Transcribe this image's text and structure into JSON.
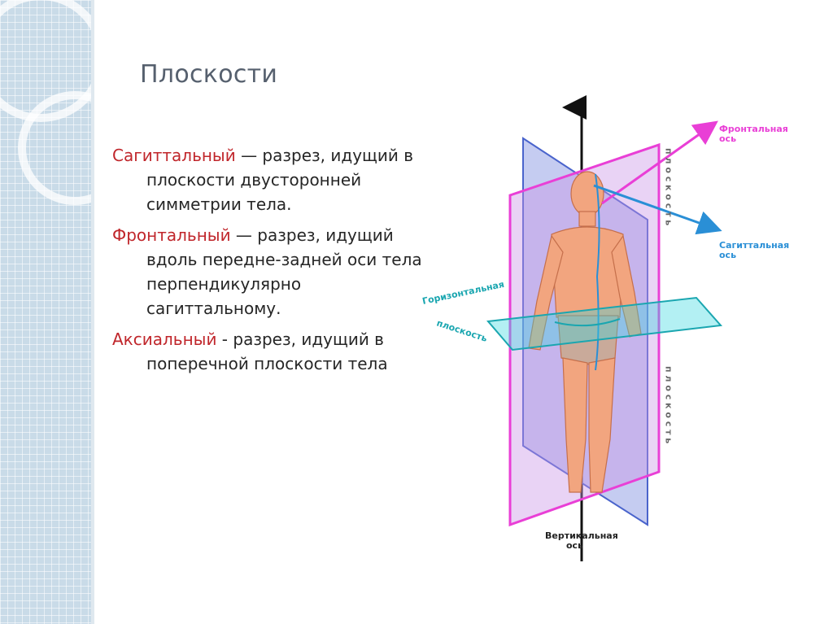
{
  "slide": {
    "title": "Плоскости",
    "paragraphs": [
      {
        "term": "Сагиттальный",
        "text": " — разрез, идущий в плоскости двусторонней симметрии тела."
      },
      {
        "term": "Фронтальный",
        "text": " — разрез, идущий вдоль передне-задней оси тела перпендикулярно сагиттальному."
      },
      {
        "term": "Аксиальный",
        "text": " - разрез, идущий в поперечной плоскости тела"
      }
    ]
  },
  "diagram": {
    "labels": {
      "frontal_axis_1": "Фронтальная",
      "frontal_axis_2": "ось",
      "sagittal_axis_1": "Сагиттальная",
      "sagittal_axis_2": "ось",
      "horizontal_plane_1": "Горизонтальная",
      "horizontal_plane_2": "плоскость",
      "vertical_axis_1": "Вертикальная",
      "vertical_axis_2": "ось",
      "plane_upper": "п л о с к о с т ь",
      "plane_lower": "п л о с к о с т ь"
    },
    "colors": {
      "magenta": "#e93fd6",
      "blue_axis": "#2a8fd6",
      "cyan": "#2fd0d8",
      "body": "#f2a57f",
      "label_gray": "#6a6a6a"
    }
  }
}
